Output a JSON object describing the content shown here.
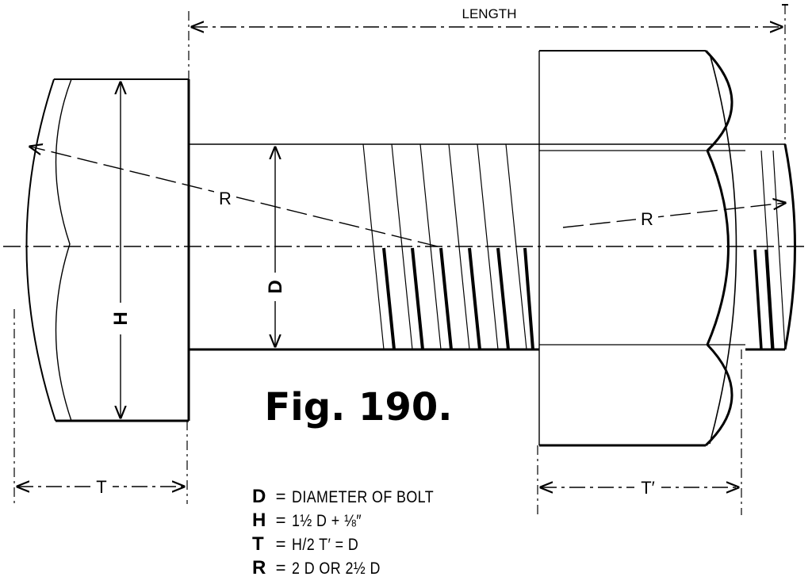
{
  "diagram": {
    "length_label": "LENGTH",
    "radius_label": "R",
    "diameter_label": "D",
    "head_height_label": "H",
    "head_thickness_label": "T",
    "nut_thickness_label": "T′",
    "figure_caption": "Fig. 190."
  },
  "legend": [
    {
      "key": "D",
      "eq": "=",
      "value": "DIAMETER OF BOLT"
    },
    {
      "key": "H",
      "eq": "=",
      "value": "1½ D + ⅛″"
    },
    {
      "key": "T",
      "eq": "=",
      "value": "H/2   T′ = D"
    },
    {
      "key": "R",
      "eq": "=",
      "value": "2 D OR 2½ D"
    }
  ]
}
